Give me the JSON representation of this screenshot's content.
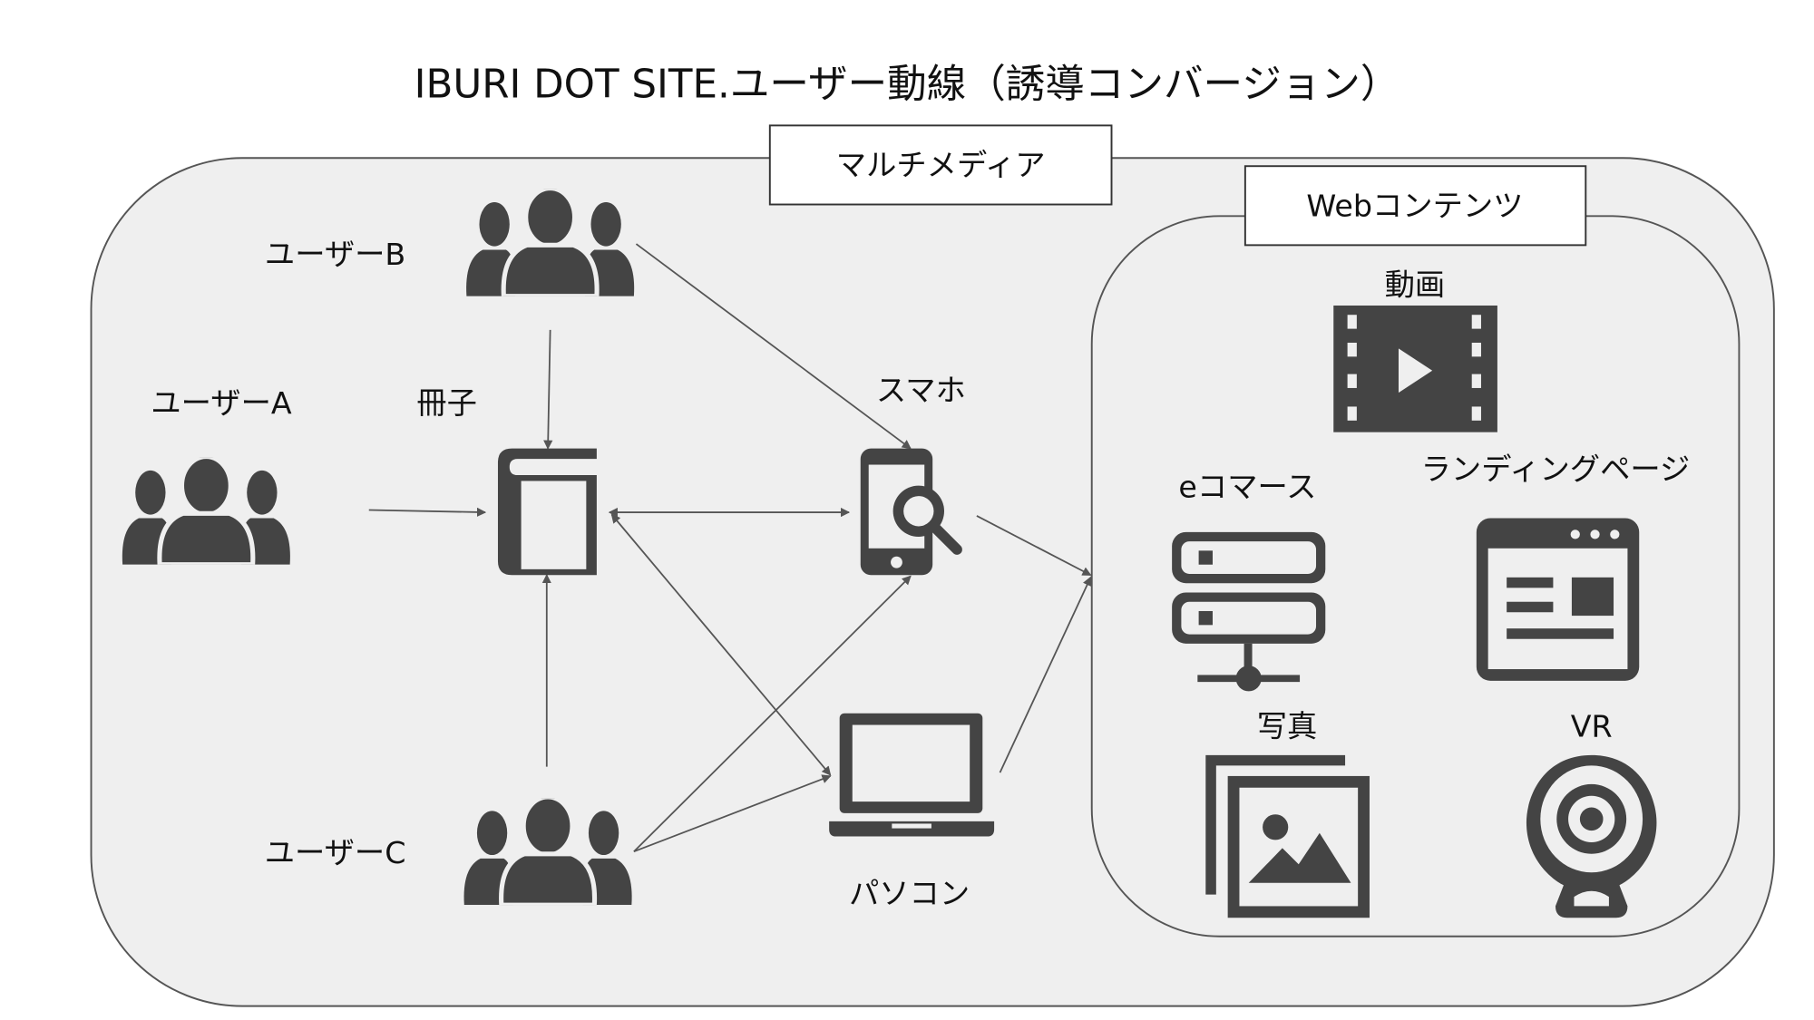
{
  "title": "IBURI DOT SITE.ユーザー動線（誘導コンバージョン）",
  "groups": {
    "multimedia": "マルチメディア",
    "web_contents": "Webコンテンツ"
  },
  "nodes": {
    "user_a": "ユーザーA",
    "user_b": "ユーザーB",
    "user_c": "ユーザーC",
    "booklet": "冊子",
    "smartphone": "スマホ",
    "pc": "パソコン",
    "video": "動画",
    "ecommerce": "eコマース",
    "landing_page": "ランディングページ",
    "photo": "写真",
    "vr": "VR"
  },
  "colors": {
    "icon": "#444444",
    "panel": "#efefef",
    "border": "#555555"
  }
}
